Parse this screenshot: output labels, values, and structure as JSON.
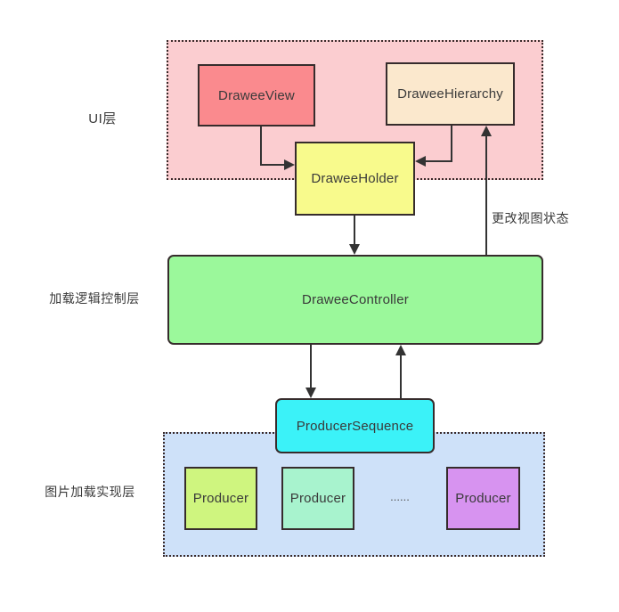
{
  "diagram": {
    "layer_labels": {
      "ui": "UI层",
      "control": "加载逻辑控制层",
      "implementation": "图片加载实现层"
    },
    "annotations": {
      "update_view_state": "更改视图状态"
    },
    "nodes": {
      "drawee_view": "DraweeView",
      "drawee_hierarchy": "DraweeHierarchy",
      "drawee_holder": "DraweeHolder",
      "drawee_controller": "DraweeController",
      "producer_sequence": "ProducerSequence",
      "producer_1": "Producer",
      "producer_2": "Producer",
      "producer_3": "Producer",
      "ellipsis": "......"
    },
    "edges": [
      {
        "from": "DraweeView",
        "to": "DraweeHolder",
        "label": ""
      },
      {
        "from": "DraweeHierarchy",
        "to": "DraweeHolder",
        "label": ""
      },
      {
        "from": "DraweeHolder",
        "to": "DraweeController",
        "label": ""
      },
      {
        "from": "DraweeController",
        "to": "DraweeHierarchy",
        "label": "更改视图状态"
      },
      {
        "from": "DraweeController",
        "to": "ProducerSequence",
        "label": ""
      },
      {
        "from": "ProducerSequence",
        "to": "DraweeController",
        "label": ""
      }
    ],
    "colors": {
      "ui_container_bg": "#fbcdd0",
      "impl_container_bg": "#cee1f9",
      "container_border": "#3a2a2a",
      "node_border": "#362c2c",
      "drawee_view_bg": "#fa8a8e",
      "drawee_hierarchy_bg": "#fbe8cd",
      "drawee_holder_bg": "#f8fa8c",
      "drawee_controller_bg": "#9bf89b",
      "producer_sequence_bg": "#3bf2f8",
      "producer_1_bg": "#cff57f",
      "producer_2_bg": "#a8f3ce",
      "producer_3_bg": "#d793f0",
      "arrow": "#333333",
      "text": "#3a3a3a"
    }
  }
}
